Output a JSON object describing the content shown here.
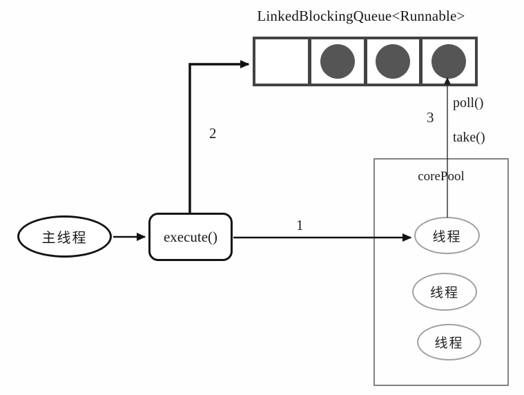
{
  "title": "LinkedBlockingQueue<Runnable>",
  "queue": {
    "slot_count": 4,
    "cells_filled": [
      false,
      true,
      true,
      true
    ]
  },
  "nodes": {
    "main_thread": "主线程",
    "execute": "execute()",
    "core_pool_label": "corePool",
    "threads": [
      "线程",
      "线程",
      "线程"
    ]
  },
  "labels": {
    "step1": "1",
    "step2": "2",
    "step3": "3",
    "poll": "poll()",
    "take": "take()"
  },
  "colors": {
    "queue_border": "#434343",
    "task_circle": "#555555",
    "node_border": "#141414",
    "core_pool_border": "#828282",
    "thread_ellipse_border": "#a0a0a0",
    "arrow": "#111111"
  }
}
